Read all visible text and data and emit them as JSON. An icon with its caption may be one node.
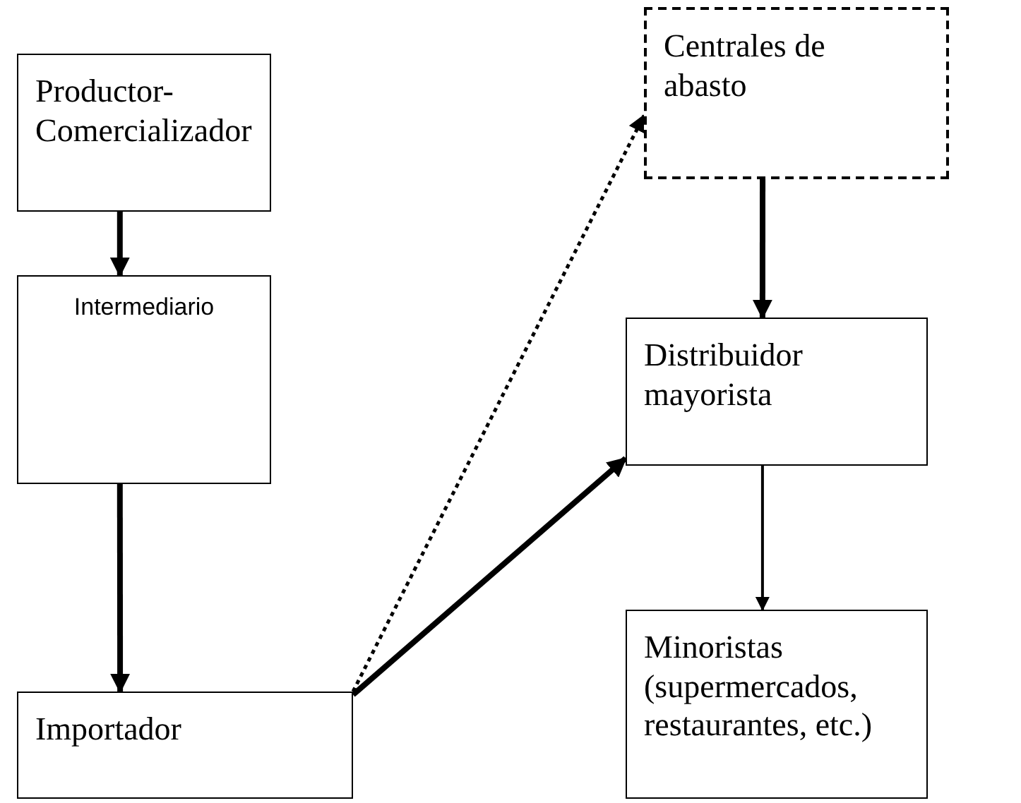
{
  "diagram": {
    "nodes": [
      {
        "text": [
          "Productor- Comercializador"
        ]
      },
      {
        "text": [
          "Intermediario"
        ]
      },
      {
        "text": [
          "Importador"
        ]
      },
      {
        "text": [
          "Centrales de abasto"
        ]
      },
      {
        "text": [
          "Distribuidor mayorista"
        ]
      },
      {
        "text": [
          "Minoristas (supermercados, restaurantes, etc.)"
        ]
      }
    ],
    "edges": [
      {
        "from": 0,
        "to": 1,
        "arrow": "to"
      },
      {
        "from": 1,
        "to": 2,
        "arrow": "to"
      },
      {
        "from": 2,
        "to": 3,
        "arrow": "to",
        "style": "dashed"
      },
      {
        "from": 2,
        "to": 4,
        "arrow": "to"
      },
      {
        "from": 3,
        "to": 4,
        "arrow": "to"
      },
      {
        "from": 4,
        "to": 5,
        "arrow": "to"
      }
    ]
  }
}
